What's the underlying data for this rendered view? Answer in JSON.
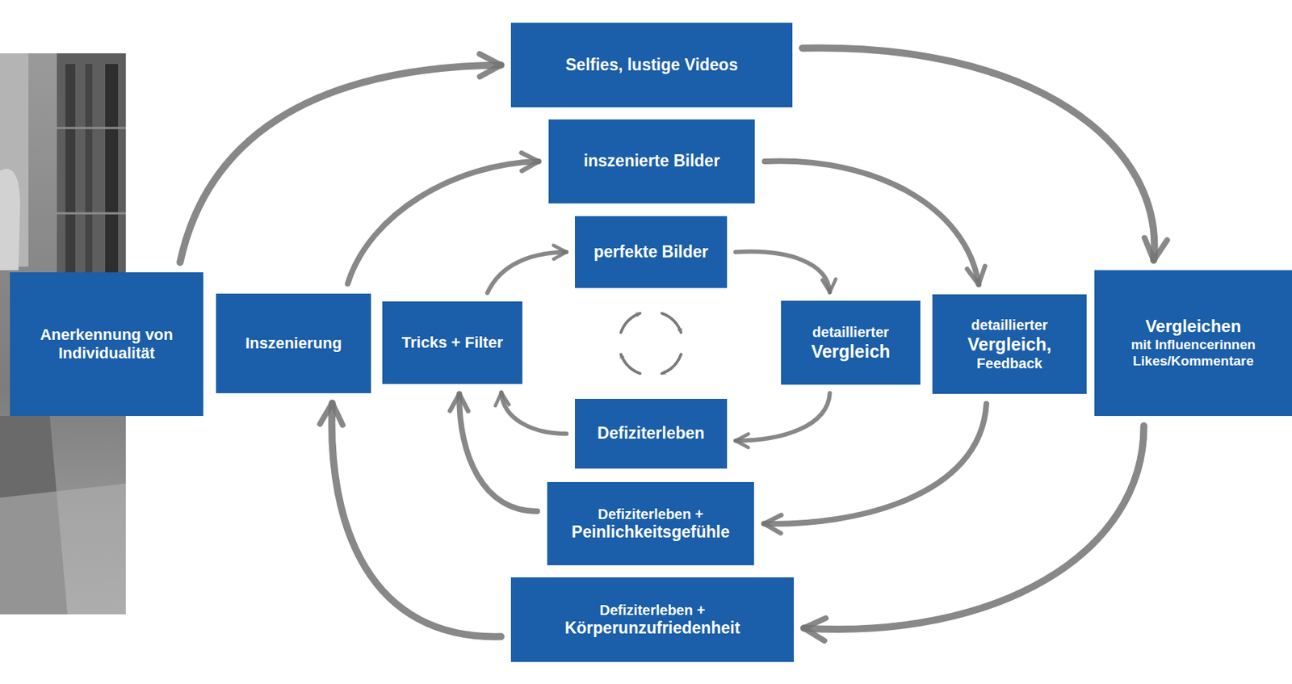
{
  "diagram": {
    "nodes": [
      {
        "text": [
          "Selfies, lustige Videos"
        ]
      },
      {
        "text": [
          "inszenierte Bilder"
        ]
      },
      {
        "text": [
          "perfekte Bilder"
        ]
      },
      {
        "text": [
          "Anerkennung von Individualität"
        ]
      },
      {
        "text": [
          "Inszenierung"
        ]
      },
      {
        "text": [
          "Tricks + Filter"
        ]
      },
      {
        "text": [
          "detaillierter",
          "Vergleich"
        ]
      },
      {
        "text": [
          "detaillierter",
          "Vergleich,",
          "Feedback"
        ]
      },
      {
        "text": [
          "Vergleichen",
          "mit Influencerinnen Likes/Kommentare"
        ]
      },
      {
        "text": [
          "Defiziterleben"
        ]
      },
      {
        "text": [
          "Defiziterleben +",
          "Peinlichkeitsgefühle"
        ]
      },
      {
        "text": [
          "Defiziterleben +",
          "Körperunzufriedenheit"
        ]
      }
    ],
    "edges": [
      {
        "from": 3,
        "to": 0,
        "arrow": "to"
      },
      {
        "from": 0,
        "to": 8,
        "arrow": "to"
      },
      {
        "from": 8,
        "to": 11,
        "arrow": "to"
      },
      {
        "from": 11,
        "to": 4,
        "arrow": "to"
      },
      {
        "from": 4,
        "to": 1,
        "arrow": "to"
      },
      {
        "from": 1,
        "to": 7,
        "arrow": "to"
      },
      {
        "from": 7,
        "to": 10,
        "arrow": "to"
      },
      {
        "from": 10,
        "to": 5,
        "arrow": "to"
      },
      {
        "from": 5,
        "to": 2,
        "arrow": "to"
      },
      {
        "from": 2,
        "to": 6,
        "arrow": "to"
      },
      {
        "from": 6,
        "to": 9,
        "arrow": "to"
      },
      {
        "from": 9,
        "to": 5,
        "arrow": "to"
      }
    ]
  }
}
